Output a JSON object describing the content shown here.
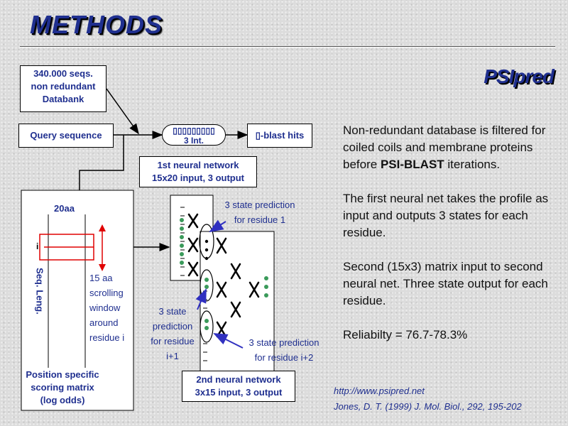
{
  "title": "METHODS",
  "brand": "PSIpred",
  "boxes": {
    "databank": [
      "340.000 seqs.",
      "non redundant",
      "Databank"
    ],
    "query": "Query sequence",
    "psiblast_top": "▯▯▯▯▯▯▯▯▯",
    "psiblast_bottom": "3 Int.",
    "hits": "▯-blast hits",
    "nn1": [
      "1st neural network",
      "15x20 input, 3 output"
    ],
    "nn2": [
      "2nd neural network",
      "3x15 input, 3 output"
    ]
  },
  "matrix": {
    "aa_label": "20aa",
    "i_label": "i",
    "seq_label": "Seq. Leng.",
    "window_label": [
      "15 aa",
      "scrolling",
      "window",
      "around",
      "residue i"
    ],
    "caption": [
      "Position specific",
      "scoring matrix",
      "(log odds)"
    ]
  },
  "predictions": {
    "p1": [
      "3 state prediction",
      "for residue 1"
    ],
    "p2": [
      "3 state",
      "prediction",
      "for residue",
      "i+1"
    ],
    "p3": [
      "3 state prediction",
      "for residue i+2"
    ]
  },
  "description": [
    "Non-redundant database is filtered for coiled coils and membrane proteins before PSI-BLAST iterations.",
    "The first neural net takes the profile as input and outputs 3 states for each residue.",
    "Second (15x3) matrix input to second neural net. Three state output for each residue.",
    "Reliabilty = 76.7-78.3%"
  ],
  "citation": {
    "url": "http://www.psipred.net",
    "ref": "Jones, D. T. (1999) J. Mol. Biol., 292, 195-202"
  },
  "colors": {
    "accent_blue": "#1f2f8f",
    "highlight_red": "#e00000",
    "node_green": "#3a9a5a"
  }
}
